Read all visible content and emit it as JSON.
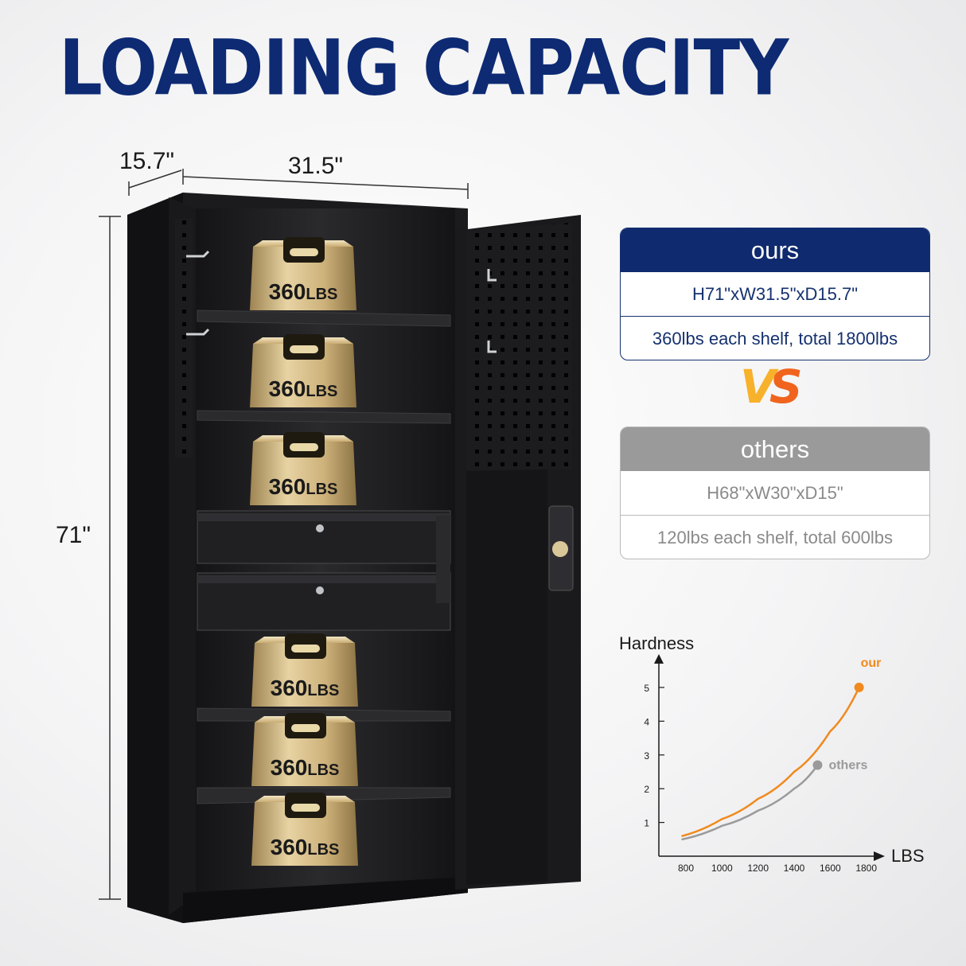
{
  "title": "LOADING CAPACITY",
  "dimensions": {
    "depth": "15.7\"",
    "width": "31.5\"",
    "height": "71\""
  },
  "shelf_load_label": "360LBS",
  "shelf_load_number": "360",
  "shelf_load_unit": "LBS",
  "comparison": {
    "ours": {
      "header": "ours",
      "size": "H71\"xW31.5\"xD15.7\"",
      "capacity": "360lbs each shelf, total 1800lbs"
    },
    "vs": {
      "v": "V",
      "s": "S"
    },
    "others": {
      "header": "others",
      "size": "H68\"xW30\"xD15\"",
      "capacity": "120lbs each shelf, total 600lbs"
    }
  },
  "colors": {
    "brand_navy": "#0f2a6e",
    "others_gray": "#9a9a9a",
    "accent_orange": "#f08a1e",
    "cabinet_black": "#1b1b1d",
    "weight_gold": "#d8c08a"
  },
  "chart_data": {
    "type": "line",
    "title": "",
    "xlabel": "LBS",
    "ylabel": "Hardness",
    "x_ticks": [
      "800",
      "1000",
      "1200",
      "1400",
      "1600",
      "1800"
    ],
    "y_ticks": [
      "1",
      "2",
      "3",
      "4",
      "5"
    ],
    "xlim": [
      650,
      1850
    ],
    "ylim": [
      0,
      5.8
    ],
    "grid": false,
    "series": [
      {
        "name": "our",
        "color": "#f08a1e",
        "x": [
          780,
          1000,
          1200,
          1400,
          1600,
          1760
        ],
        "y": [
          0.6,
          1.1,
          1.7,
          2.5,
          3.7,
          5.0
        ]
      },
      {
        "name": "others",
        "color": "#9a9a9a",
        "x": [
          780,
          1000,
          1200,
          1400,
          1530
        ],
        "y": [
          0.5,
          0.9,
          1.35,
          2.0,
          2.7
        ]
      }
    ]
  }
}
